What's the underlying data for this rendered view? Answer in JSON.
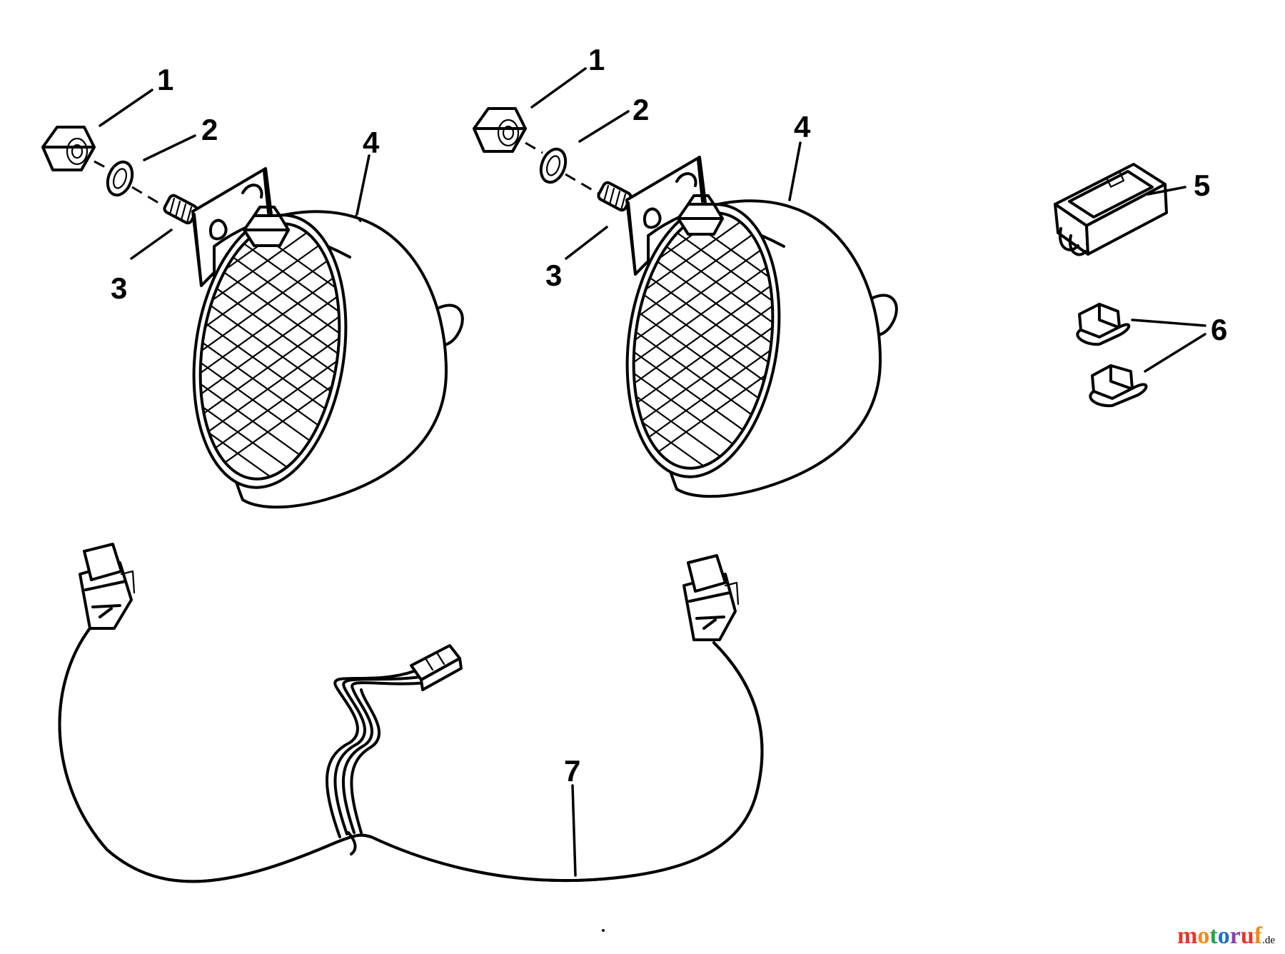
{
  "callouts": {
    "left_nut": "1",
    "left_washer": "2",
    "left_bolt": "3",
    "left_lamp": "4",
    "right_nut": "1",
    "right_washer": "2",
    "right_bolt": "3",
    "right_lamp": "4",
    "switch": "5",
    "clips": "6",
    "harness": "7"
  },
  "watermark": {
    "text": "motoruf",
    "tld": ".de",
    "colors": [
      "#e03a2e",
      "#f08a1c",
      "#2aa14a",
      "#1f6fc4",
      "#8a3fb0"
    ]
  }
}
